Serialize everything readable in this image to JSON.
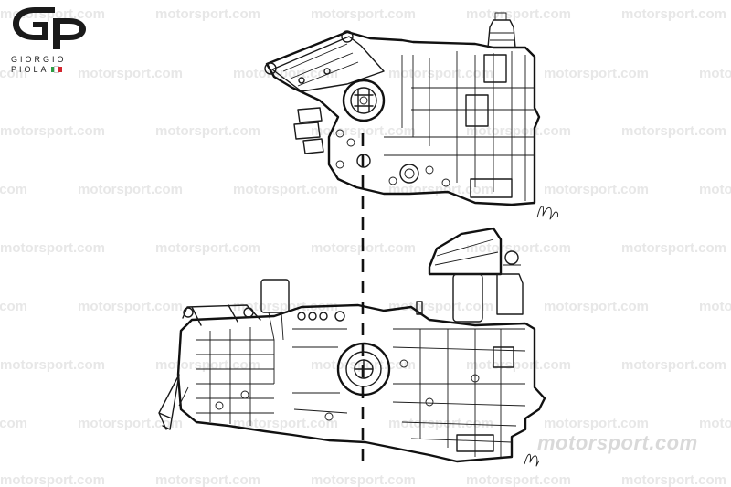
{
  "watermark": {
    "brand": "motorsport.com",
    "corner_brand": "motorsport.com",
    "color": "#e7e7e7"
  },
  "logo": {
    "mark": "GP",
    "line1": "GIORGIO",
    "line2": "PIOLA",
    "flag_colors": [
      "#2e9e44",
      "#ffffff",
      "#d3262e"
    ]
  },
  "illustration": {
    "subject": "gearbox-casing-side-views",
    "upper_view": "gearbox-upper-view",
    "lower_view": "gearbox-lower-view",
    "signature": "artist-signature"
  }
}
